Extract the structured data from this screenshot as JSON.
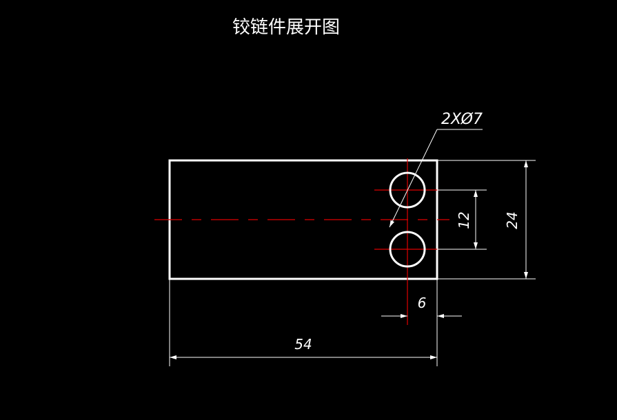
{
  "title": "铰链件展开图",
  "dimensions": {
    "hole_callout": "2XØ7",
    "hole_spacing": "12",
    "height": "24",
    "edge_offset": "6",
    "length": "54"
  },
  "colors": {
    "background": "#000000",
    "geometry": "#ffffff",
    "centerline": "#ff0000"
  }
}
